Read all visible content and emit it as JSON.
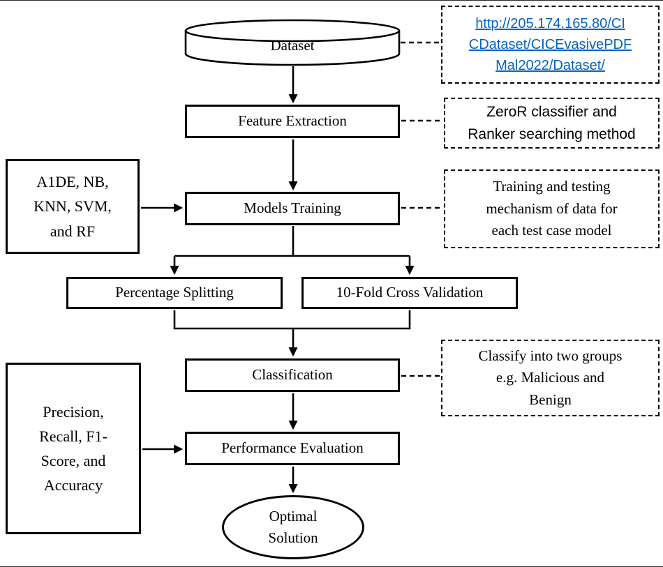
{
  "figure": {
    "nodes": {
      "dataset": {
        "label": "Dataset"
      },
      "feature_extraction": {
        "label": "Feature Extraction"
      },
      "models_training": {
        "label": "Models  Training"
      },
      "models_input": {
        "label": "A1DE, NB,\nKNN, SVM,\nand RF"
      },
      "percentage_splitting": {
        "label": "Percentage Splitting"
      },
      "cross_validation": {
        "label": "10-Fold  Cross Validation"
      },
      "classification": {
        "label": "Classification"
      },
      "metrics_input": {
        "label": "Precision,\nRecall, F1-\nScore, and\nAccuracy"
      },
      "performance_evaluation": {
        "label": "Performance Evaluation"
      },
      "optimal_solution": {
        "label": "Optimal\nSolution"
      }
    },
    "annotations": {
      "dataset_link": {
        "text": "http://205.174.165.80/CI\nCDataset/CICEvasivePDF\nMal2022/Dataset/"
      },
      "feature_note": {
        "text": "ZeroR classifier and\nRanker searching method"
      },
      "training_note": {
        "text": "Training  and testing\nmechanism of data for\neach test case model"
      },
      "classification_note": {
        "text": "Classify into two groups\ne.g. Malicious  and\nBenign"
      }
    },
    "colors": {
      "stroke": "#000000",
      "link_blue": "#0563c1",
      "background": "#ffffff"
    }
  }
}
